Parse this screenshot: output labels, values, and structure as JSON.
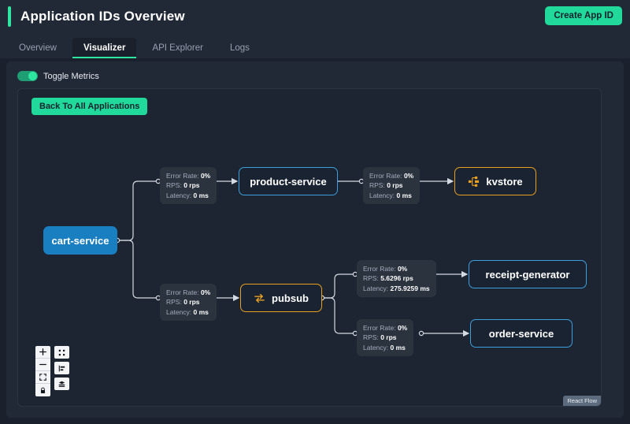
{
  "header": {
    "title": "Application IDs Overview",
    "accent_color": "#2ee6a0",
    "create_button": "Create App ID"
  },
  "tabs": [
    {
      "label": "Overview",
      "active": false
    },
    {
      "label": "Visualizer",
      "active": true
    },
    {
      "label": "API Explorer",
      "active": false
    },
    {
      "label": "Logs",
      "active": false
    }
  ],
  "toolbar": {
    "toggle_metrics_label": "Toggle Metrics",
    "toggle_metrics_on": true,
    "back_button": "Back To All Applications"
  },
  "flow": {
    "attribution": "React Flow",
    "nodes": [
      {
        "id": "cart-service",
        "label": "cart-service",
        "style": "filled",
        "icon": null
      },
      {
        "id": "product-service",
        "label": "product-service",
        "style": "blue",
        "icon": null
      },
      {
        "id": "kvstore",
        "label": "kvstore",
        "style": "orange",
        "icon": "tree-icon"
      },
      {
        "id": "pubsub",
        "label": "pubsub",
        "style": "orange",
        "icon": "exchange-icon"
      },
      {
        "id": "receipt-generator",
        "label": "receipt-generator",
        "style": "blue",
        "icon": null
      },
      {
        "id": "order-service",
        "label": "order-service",
        "style": "blue",
        "icon": null
      }
    ],
    "metric_labels": {
      "error_rate": "Error Rate:",
      "rps": "RPS:",
      "latency": "Latency:"
    },
    "metrics": [
      {
        "id": "cart-to-product",
        "error_rate": "0%",
        "rps": "0 rps",
        "latency": "0 ms"
      },
      {
        "id": "product-to-kvstore",
        "error_rate": "0%",
        "rps": "0 rps",
        "latency": "0 ms"
      },
      {
        "id": "cart-to-pubsub",
        "error_rate": "0%",
        "rps": "0 rps",
        "latency": "0 ms"
      },
      {
        "id": "pubsub-to-receipt",
        "error_rate": "0%",
        "rps": "5.6296 rps",
        "latency": "275.9259 ms"
      },
      {
        "id": "pubsub-to-order",
        "error_rate": "0%",
        "rps": "0 rps",
        "latency": "0 ms"
      }
    ]
  },
  "controls": [
    {
      "name": "zoom-in-button",
      "icon": "plus-icon"
    },
    {
      "name": "zoom-out-button",
      "icon": "minus-icon"
    },
    {
      "name": "fit-view-button",
      "icon": "fit-view-icon"
    },
    {
      "name": "lock-button",
      "icon": "lock-icon"
    },
    {
      "name": "scatter-view-button",
      "icon": "scatter-icon"
    },
    {
      "name": "align-left-button",
      "icon": "align-left-icon"
    },
    {
      "name": "layers-button",
      "icon": "layers-icon"
    }
  ],
  "colors": {
    "page_bg": "#1b212c",
    "panel_bg": "#222936",
    "canvas_bg": "#1e2532",
    "accent_green": "#21d99a",
    "node_blue": "#3d9fdb",
    "node_blue_fill": "#1a7fc1",
    "node_orange": "#e8a020",
    "edge": "#d4dae2"
  }
}
